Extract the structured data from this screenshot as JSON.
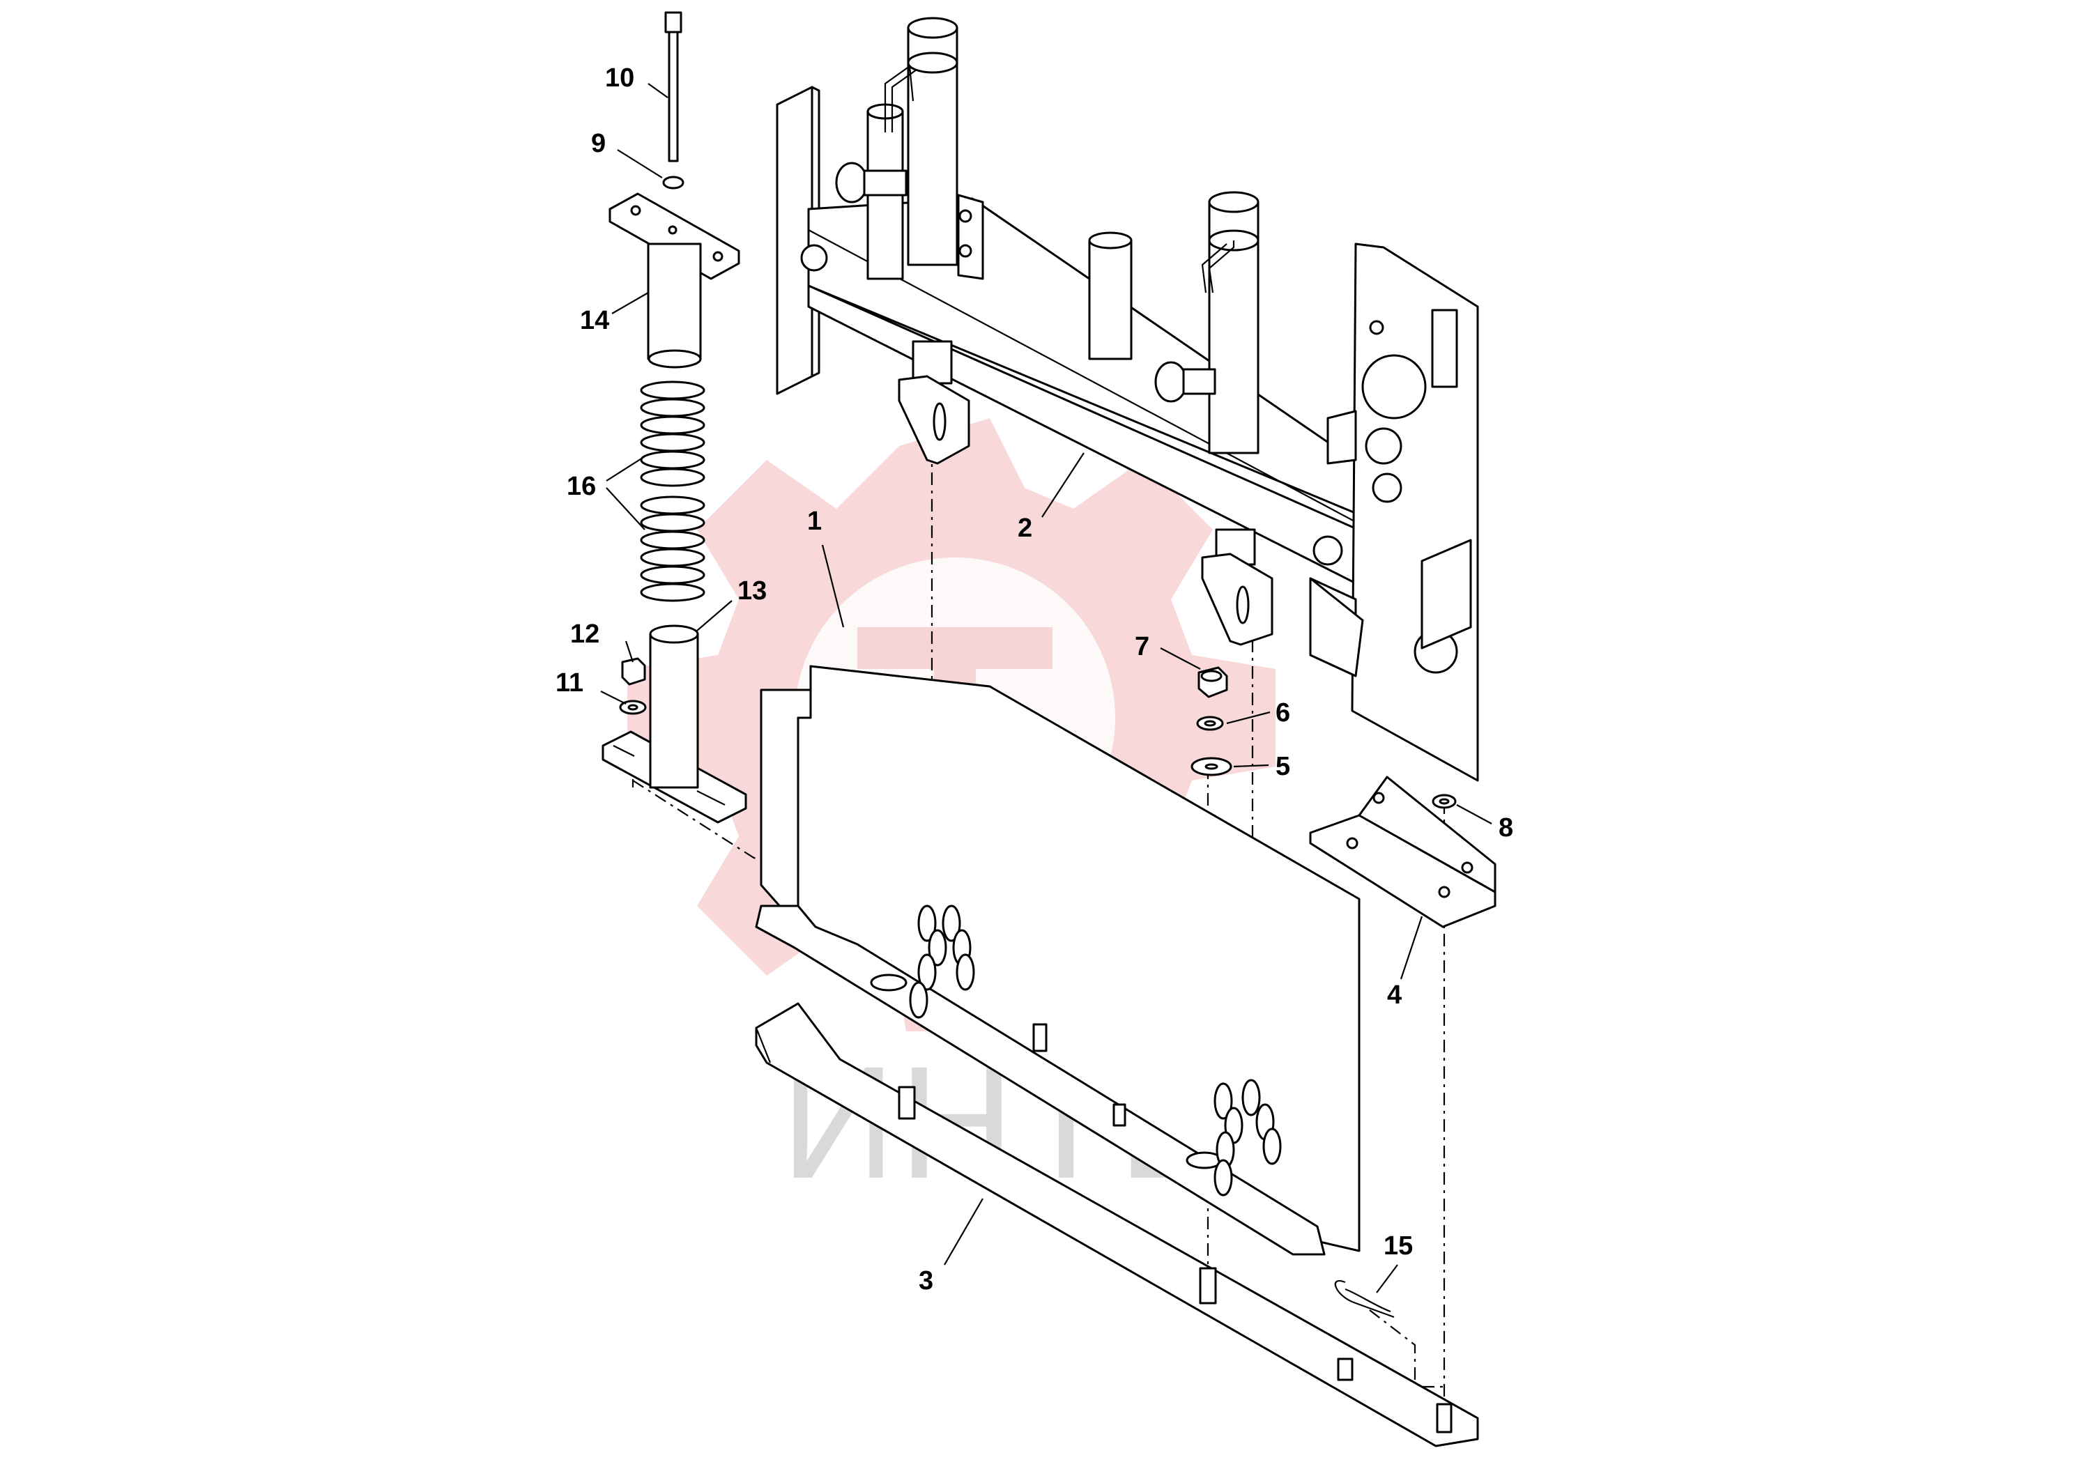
{
  "watermark": {
    "text": "ИНТЕХ",
    "emblem_color": "#f2b8b8",
    "text_color": "#d9d9d9"
  },
  "callouts": {
    "c1": "1",
    "c2": "2",
    "c3": "3",
    "c4": "4",
    "c5": "5",
    "c6": "6",
    "c7": "7",
    "c8": "8",
    "c9": "9",
    "c10": "10",
    "c11": "11",
    "c12": "12",
    "c13": "13",
    "c14": "14",
    "c15": "15",
    "c16": "16"
  }
}
